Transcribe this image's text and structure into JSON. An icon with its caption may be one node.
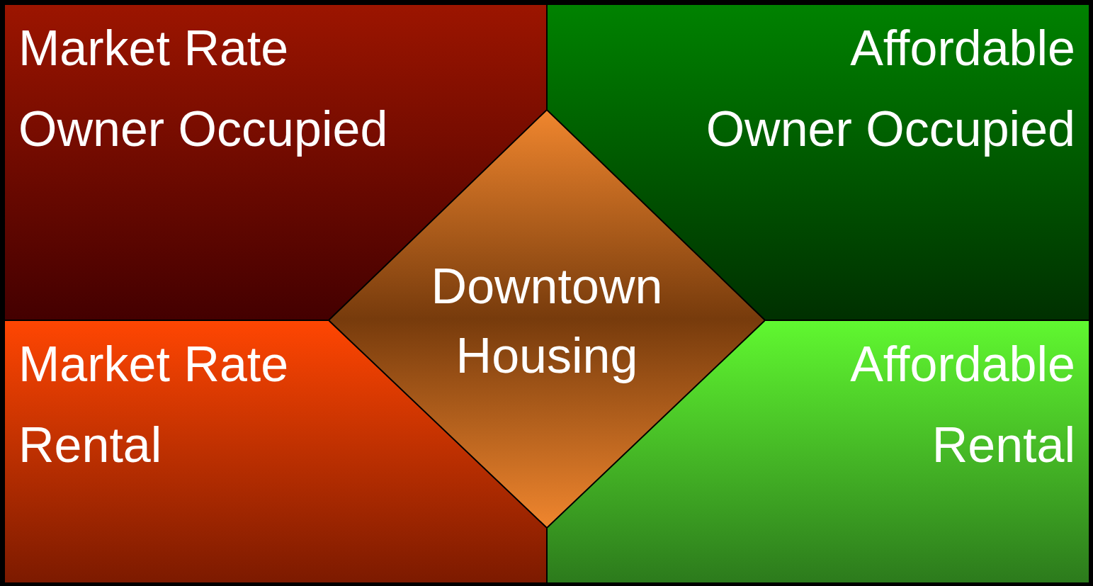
{
  "diagram": {
    "nodes": [
      {
        "text": [
          "Market Rate",
          "Owner Occupied"
        ]
      },
      {
        "text": [
          "Affordable",
          "Owner Occupied"
        ]
      },
      {
        "text": [
          "Market Rate",
          "Rental"
        ]
      },
      {
        "text": [
          "Affordable",
          "Rental"
        ]
      },
      {
        "text": [
          "Downtown Housing"
        ]
      }
    ]
  }
}
